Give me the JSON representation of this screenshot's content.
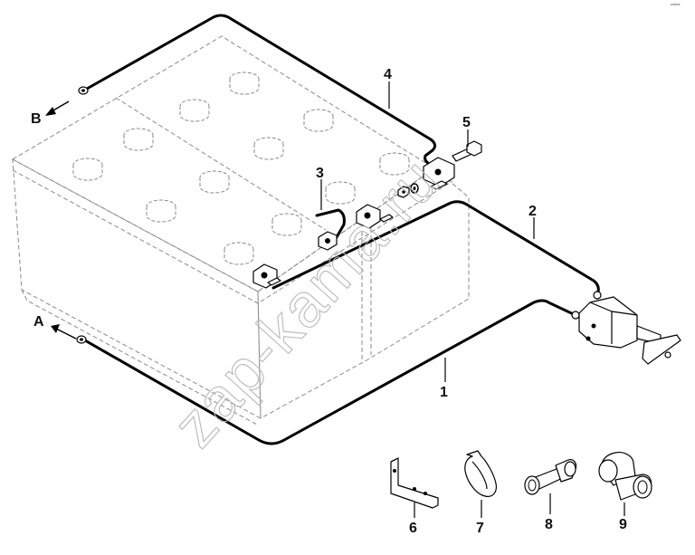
{
  "callouts": {
    "c1": "1",
    "c2": "2",
    "c3": "3",
    "c4": "4",
    "c5": "5",
    "c6": "6",
    "c7": "7",
    "c8": "8",
    "c9": "9"
  },
  "refs": {
    "a": "A",
    "b": "B"
  },
  "watermark": "zap-kama.ru",
  "corner_mark": "ᵃᵈˢᵏᵏᵏ"
}
